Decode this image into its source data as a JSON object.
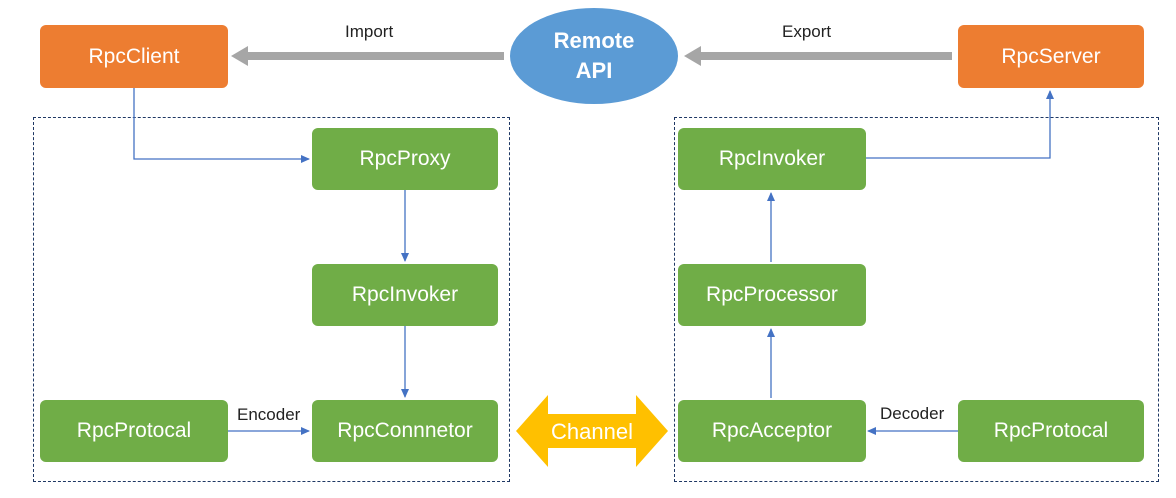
{
  "remote_api": {
    "line1": "Remote",
    "line2": "API"
  },
  "client": {
    "title": "RpcClient",
    "import_label": "Import",
    "proxy": "RpcProxy",
    "invoker": "RpcInvoker",
    "protocol": "RpcProtocal",
    "connector": "RpcConnnetor",
    "encoder_label": "Encoder"
  },
  "server": {
    "title": "RpcServer",
    "export_label": "Export",
    "invoker": "RpcInvoker",
    "processor": "RpcProcessor",
    "acceptor": "RpcAcceptor",
    "protocol": "RpcProtocal",
    "decoder_label": "Decoder"
  },
  "channel": {
    "label": "Channel"
  },
  "colors": {
    "orange": "#ED7D31",
    "green": "#70AD47",
    "blue": "#5B9BD5",
    "gold": "#FFC000",
    "gray_arrow": "#A6A6A6",
    "line_blue": "#4472C4"
  }
}
